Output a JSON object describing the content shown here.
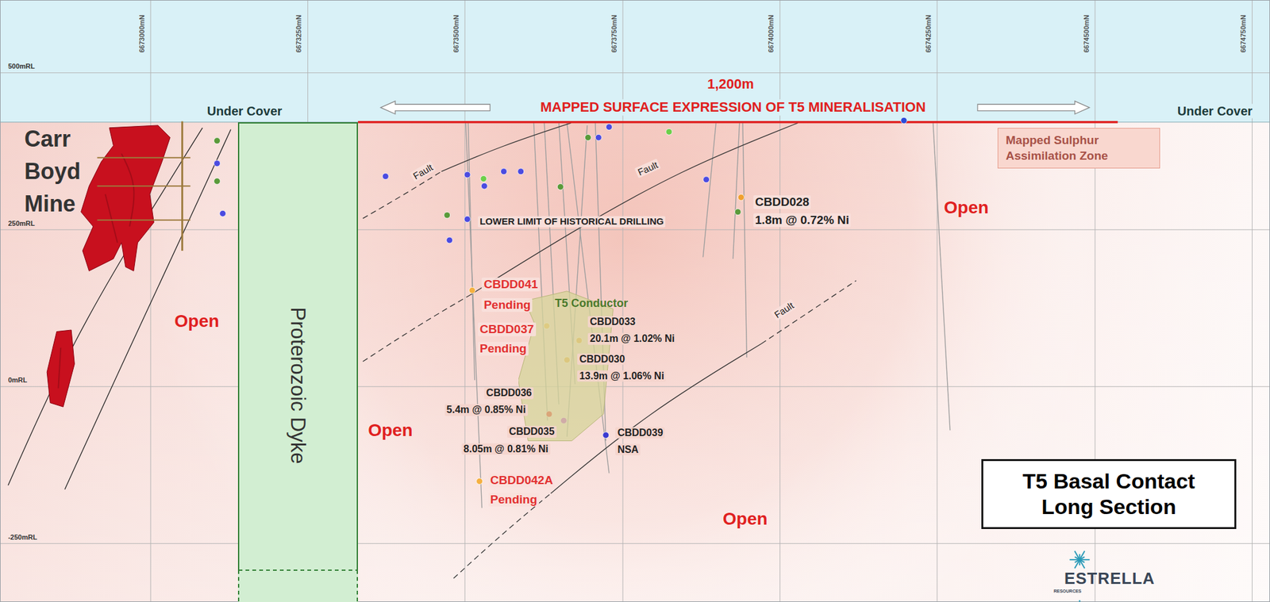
{
  "diagram": {
    "nodes": [
      {
        "text": [
          "Mapped Sulphur Assimilation Zone"
        ]
      },
      {
        "text": [
          "Proterozoic Dyke"
        ]
      },
      {
        "text": [
          "T5 Conductor"
        ]
      },
      {
        "text": [
          "T5 Basal Contact Long Section"
        ]
      }
    ],
    "labels": [
      "6673000mN",
      "6673250mN",
      "6673500mN",
      "6673750mN",
      "6674000mN",
      "6674250mN",
      "6674500mN",
      "6674750mN",
      "500mRL",
      "1,200m",
      "MAPPED SURFACE EXPRESSION OF T5 MINERALISATION",
      "Under Cover",
      "Under Cover",
      "Carr Boyd Mine",
      "Fault",
      "Fault",
      "CBDD028",
      "1.8m @ 0.72% Ni",
      "Open",
      "250mRL",
      "LOWER LIMIT OF HISTORICAL DRILLING",
      "CBDD041",
      "Pending",
      "Fault",
      "Open",
      "CBDD037",
      "Pending",
      "CBDD033",
      "20.1m @ 1.02% Ni",
      "CBDD030",
      "13.9m @ 1.06% Ni",
      "0mRL",
      "CBDD036",
      "5.4m @ 0.85% Ni",
      "Open",
      "CBDD035",
      "8.05m @ 0.81% Ni",
      "CBDD039",
      "NSA",
      "CBDD042A",
      "Pending",
      "Open",
      "-250mRL",
      "ESTRELLA",
      "RESOURCES"
    ]
  }
}
